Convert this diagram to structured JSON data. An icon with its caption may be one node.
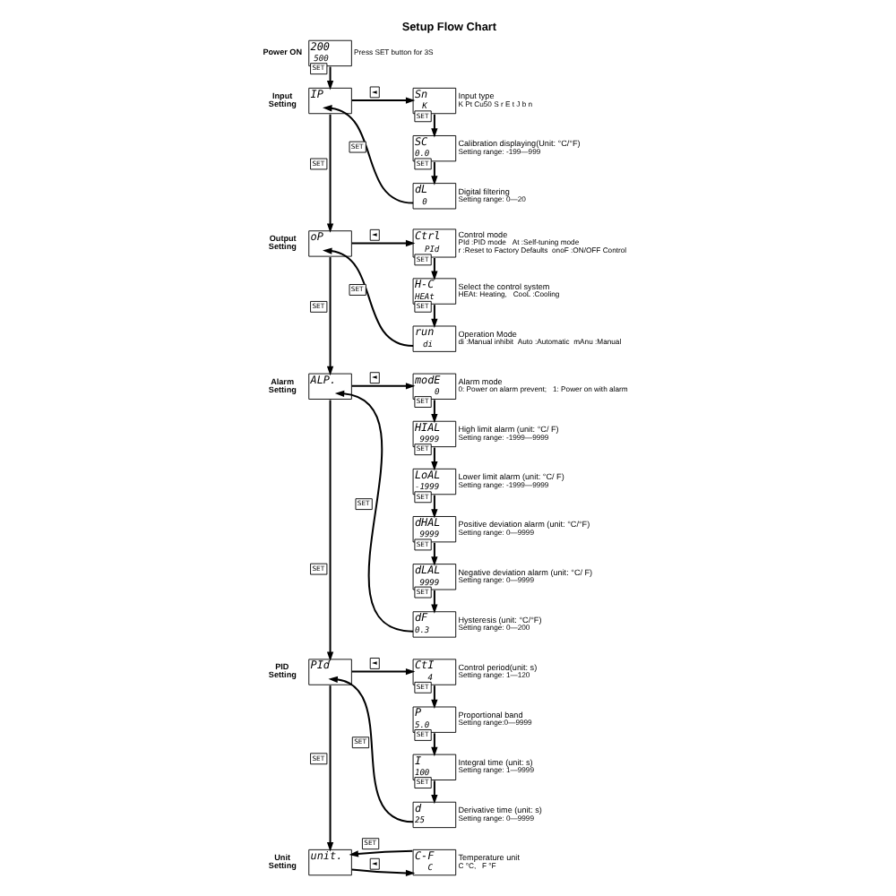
{
  "diagram": {
    "title": "Setup Flow Chart",
    "nodes": [
      {
        "text": [
          "200",
          "500"
        ],
        "beside": [
          "Power ON",
          "Press SET button for 3S"
        ]
      },
      {
        "text": [
          "IP"
        ],
        "beside": [
          "Input Setting"
        ]
      },
      {
        "text": [
          "Sn",
          "K"
        ],
        "beside": [
          "Input type",
          "K Pt Cu50 S r E t J b n"
        ]
      },
      {
        "text": [
          "SC",
          "0.0"
        ],
        "beside": [
          "Calibration displaying(Unit: °C/°F)",
          "Setting range: -199—999"
        ]
      },
      {
        "text": [
          "dL",
          "0"
        ],
        "beside": [
          "Digital filtering",
          "Setting range: 0—20"
        ]
      },
      {
        "text": [
          "oP"
        ],
        "beside": [
          "Output Setting"
        ]
      },
      {
        "text": [
          "Ctrl",
          "PId"
        ],
        "beside": [
          "Control mode",
          "PId :PID mode   At :Self-tuning mode",
          "r :Reset to Factory Defaults  onoF :ON/OFF Control"
        ]
      },
      {
        "text": [
          "H-C",
          "HEAt"
        ],
        "beside": [
          "Select the control system",
          "HEAt: Heating,   CooL :Cooling"
        ]
      },
      {
        "text": [
          "run",
          "di"
        ],
        "beside": [
          "Operation Mode",
          "di :Manual inhibit  Auto :Automatic  mAnu :Manual"
        ]
      },
      {
        "text": [
          "ALP."
        ],
        "beside": [
          "Alarm Setting"
        ]
      },
      {
        "text": [
          "modE",
          "0"
        ],
        "beside": [
          "Alarm mode",
          "0: Power on alarm prevent;   1: Power on with alarm"
        ]
      },
      {
        "text": [
          "HIAL",
          "9999"
        ],
        "beside": [
          "High limit alarm (unit: °C/ F)",
          "Setting range: -1999—9999"
        ]
      },
      {
        "text": [
          "LoAL",
          "-1999"
        ],
        "beside": [
          "Lower limit alarm (unit: °C/ F)",
          "Setting range: -1999—9999"
        ]
      },
      {
        "text": [
          "dHAL",
          "9999"
        ],
        "beside": [
          "Positive deviation alarm (unit: °C/°F)",
          "Setting range: 0—9999"
        ]
      },
      {
        "text": [
          "dLAL",
          "9999"
        ],
        "beside": [
          "Negative deviation alarm (unit: °C/ F)",
          "Setting range: 0—9999"
        ]
      },
      {
        "text": [
          "dF",
          "0.3"
        ],
        "beside": [
          "Hysteresis (unit: °C/°F)",
          "Setting range: 0—200"
        ]
      },
      {
        "text": [
          "PId"
        ],
        "beside": [
          "PID Setting"
        ]
      },
      {
        "text": [
          "CtI",
          "4"
        ],
        "beside": [
          "Control period(unit: s)",
          "Setting range: 1—120"
        ]
      },
      {
        "text": [
          "P",
          "5.0"
        ],
        "beside": [
          "Proportional band",
          "Setting range:0—9999"
        ]
      },
      {
        "text": [
          "I",
          "100"
        ],
        "beside": [
          "Integral time (unit: s)",
          "Setting range: 1—9999"
        ]
      },
      {
        "text": [
          "d",
          "25"
        ],
        "beside": [
          "Derivative time (unit: s)",
          "Setting range: 0—9999"
        ]
      },
      {
        "text": [
          "unit."
        ],
        "beside": [
          "Unit Setting"
        ]
      },
      {
        "text": [
          "C-F",
          "C"
        ],
        "beside": [
          "Temperature unit",
          "C °C,   F °F"
        ]
      }
    ],
    "edges": [
      {
        "from": 0,
        "to": 1,
        "arrow": "to",
        "label": "SET"
      },
      {
        "from": 1,
        "to": 2,
        "arrow": "to",
        "label": "◄"
      },
      {
        "from": 2,
        "to": 3,
        "arrow": "to",
        "label": "SET"
      },
      {
        "from": 3,
        "to": 4,
        "arrow": "to",
        "label": "SET"
      },
      {
        "from": 4,
        "to": 1,
        "arrow": "to",
        "label": "SET"
      },
      {
        "from": 1,
        "to": 5,
        "arrow": "to",
        "label": "SET"
      },
      {
        "from": 5,
        "to": 6,
        "arrow": "to",
        "label": "◄"
      },
      {
        "from": 6,
        "to": 7,
        "arrow": "to",
        "label": "SET"
      },
      {
        "from": 7,
        "to": 8,
        "arrow": "to",
        "label": "SET"
      },
      {
        "from": 8,
        "to": 5,
        "arrow": "to",
        "label": "SET"
      },
      {
        "from": 5,
        "to": 9,
        "arrow": "to",
        "label": "SET"
      },
      {
        "from": 9,
        "to": 10,
        "arrow": "to",
        "label": "◄"
      },
      {
        "from": 10,
        "to": 11,
        "arrow": "to",
        "label": "SET"
      },
      {
        "from": 11,
        "to": 12,
        "arrow": "to",
        "label": "SET"
      },
      {
        "from": 12,
        "to": 13,
        "arrow": "to",
        "label": "SET"
      },
      {
        "from": 13,
        "to": 14,
        "arrow": "to",
        "label": "SET"
      },
      {
        "from": 14,
        "to": 15,
        "arrow": "to",
        "label": "SET"
      },
      {
        "from": 15,
        "to": 9,
        "arrow": "to",
        "label": "SET"
      },
      {
        "from": 9,
        "to": 16,
        "arrow": "to",
        "label": "SET"
      },
      {
        "from": 16,
        "to": 17,
        "arrow": "to",
        "label": "◄"
      },
      {
        "from": 17,
        "to": 18,
        "arrow": "to",
        "label": "SET"
      },
      {
        "from": 18,
        "to": 19,
        "arrow": "to",
        "label": "SET"
      },
      {
        "from": 19,
        "to": 20,
        "arrow": "to",
        "label": "SET"
      },
      {
        "from": 20,
        "to": 16,
        "arrow": "to",
        "label": "SET"
      },
      {
        "from": 16,
        "to": 21,
        "arrow": "to",
        "label": "SET"
      },
      {
        "from": 21,
        "to": 22,
        "arrow": "to",
        "label": "◄"
      },
      {
        "from": 22,
        "to": 21,
        "arrow": "to",
        "label": "SET"
      }
    ]
  }
}
